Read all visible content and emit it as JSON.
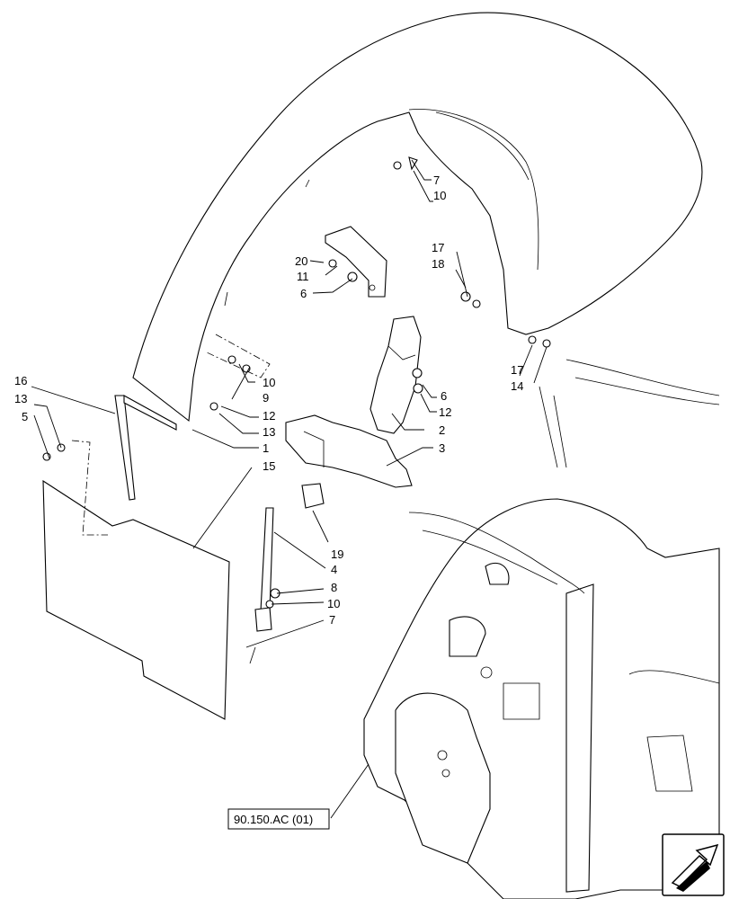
{
  "callouts": {
    "c1": "1",
    "c2": "2",
    "c3": "3",
    "c4": "4",
    "c5": "5",
    "c6a": "6",
    "c6b": "6",
    "c7a": "7",
    "c7b": "7",
    "c8": "8",
    "c9": "9",
    "c10a": "10",
    "c10b": "10",
    "c10c": "10",
    "c11": "11",
    "c12a": "12",
    "c12b": "12",
    "c13a": "13",
    "c13b": "13",
    "c14": "14",
    "c15": "15",
    "c16": "16",
    "c17a": "17",
    "c17b": "17",
    "c18": "18",
    "c19": "19",
    "c20": "20"
  },
  "reference": {
    "label": "90.150.AC (01)"
  },
  "nav": {
    "icon": "next-page-arrow-icon"
  }
}
